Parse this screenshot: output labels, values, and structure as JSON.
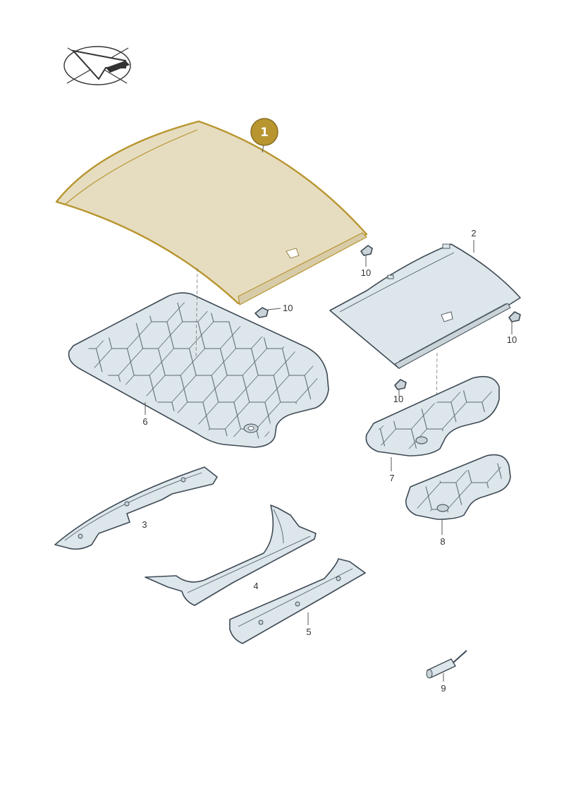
{
  "diagram": {
    "highlight_color": "#b8952f",
    "highlight_fill": "#e6ddc1",
    "part_fill": "#dde6ea",
    "outline_color": "#3e4a55",
    "selected_part": {
      "label": "1"
    },
    "callouts": [
      {
        "id": "2",
        "label": "2"
      },
      {
        "id": "3",
        "label": "3"
      },
      {
        "id": "4",
        "label": "4"
      },
      {
        "id": "5",
        "label": "5"
      },
      {
        "id": "6",
        "label": "6"
      },
      {
        "id": "7",
        "label": "7"
      },
      {
        "id": "8",
        "label": "8"
      },
      {
        "id": "9",
        "label": "9"
      },
      {
        "id": "10a",
        "label": "10"
      },
      {
        "id": "10b",
        "label": "10"
      },
      {
        "id": "10c",
        "label": "10"
      },
      {
        "id": "10d",
        "label": "10"
      }
    ],
    "logo_icon": "vehicle-direction-arrow-icon"
  }
}
